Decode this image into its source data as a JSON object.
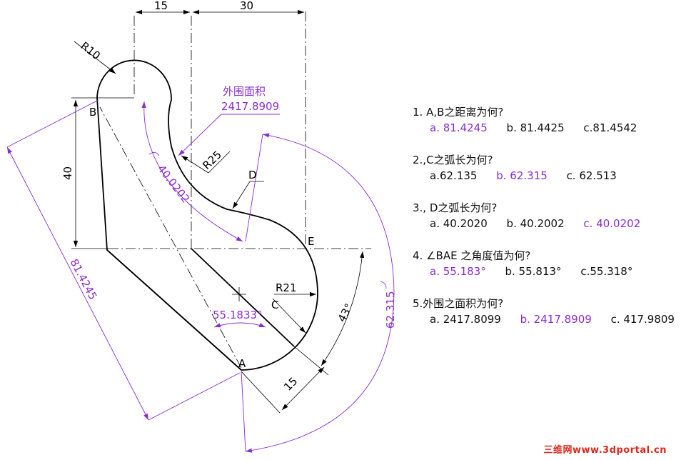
{
  "colors": {
    "line": "#000000",
    "accent": "#8a2bd4",
    "watermark": "#e0261b"
  },
  "dimensions": {
    "top_15": "15",
    "top_30": "30",
    "r10": "R10",
    "dim_40": "40",
    "r25": "R25",
    "r21": "R21",
    "angle_43": "43°",
    "dim_15_bottom": "15",
    "point_a": "A",
    "point_b": "B",
    "point_c": "C",
    "point_d": "D",
    "point_e": "E"
  },
  "annotations": {
    "area_label": "外围面积",
    "area_value": "2417.8909",
    "arc_d": "40.0202",
    "dist_ab": "81.4245",
    "angle_bae": "55.1833°",
    "arc_c": "62.315"
  },
  "questions": [
    {
      "title": "1. A,B之距离为何?",
      "options": [
        {
          "label": "a. 81.4245",
          "correct": true
        },
        {
          "label": "b. 81.4425",
          "correct": false
        },
        {
          "label": "c.81.4542",
          "correct": false
        }
      ]
    },
    {
      "title": "2.,C之弧长为何?",
      "options": [
        {
          "label": "a.62.135",
          "correct": false
        },
        {
          "label": "b. 62.315",
          "correct": true
        },
        {
          "label": "c. 62.513",
          "correct": false
        }
      ]
    },
    {
      "title": "3., D之弧长为何?",
      "options": [
        {
          "label": "a. 40.2020",
          "correct": false
        },
        {
          "label": "b. 40.2002",
          "correct": false
        },
        {
          "label": "c. 40.0202",
          "correct": true
        }
      ]
    },
    {
      "title": "4. ∠BAE 之角度值为何?",
      "options": [
        {
          "label": "a. 55.183°",
          "correct": true
        },
        {
          "label": "b. 55.813°",
          "correct": false
        },
        {
          "label": "c.55.318°",
          "correct": false
        }
      ]
    },
    {
      "title": "5.外围之面积为何?",
      "options": [
        {
          "label": "a. 2417.8099",
          "correct": false
        },
        {
          "label": "b. 2417.8909",
          "correct": true
        },
        {
          "label": "c. 417.9809",
          "correct": false
        }
      ]
    }
  ],
  "watermark": "三维网www.3dportal.cn"
}
